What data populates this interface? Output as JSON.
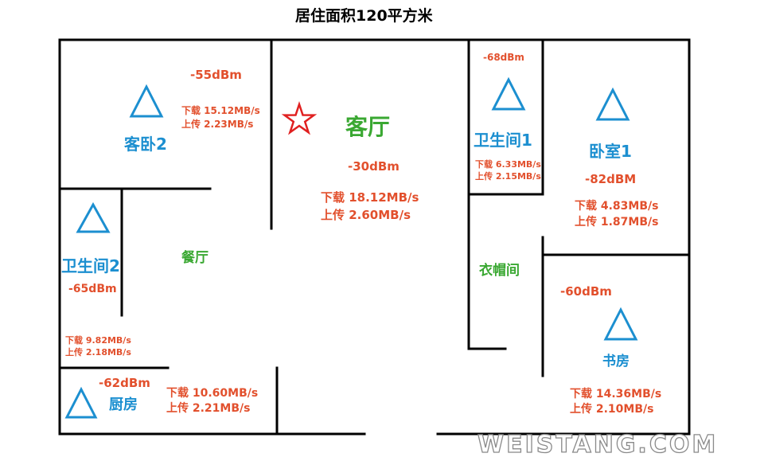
{
  "title": "居住面积120平方米",
  "watermark": "WEISTANG.COM",
  "colors": {
    "wall": "#000000",
    "room_label_blue": "#1c8fd0",
    "room_label_green": "#3aa832",
    "signal_text": "#e2502d",
    "router_star": "#e02020",
    "access_point": "#1c8fd0"
  },
  "rooms": {
    "guest_bedroom": {
      "name": "客卧2",
      "signal": "-55dBm",
      "down": "下载 15.12MB/s",
      "up": "上传  2.23MB/s"
    },
    "living_room": {
      "name": "客厅",
      "signal": "-30dBm",
      "down": "下载 18.12MB/s",
      "up": "上传  2.60MB/s"
    },
    "bathroom1": {
      "name": "卫生间1",
      "signal": "-68dBm",
      "down": "下载 6.33MB/s",
      "up": "上传 2.15MB/s"
    },
    "bedroom1": {
      "name": "卧室1",
      "signal": "-82dBM",
      "down": "下载 4.83MB/s",
      "up": "上传 1.87MB/s"
    },
    "bathroom2": {
      "name": "卫生间2",
      "signal": "-65dBm",
      "down": "下载 9.82MB/s",
      "up": "上传 2.18MB/s"
    },
    "dining": {
      "name": "餐厅"
    },
    "closet": {
      "name": "衣帽间"
    },
    "study": {
      "name": "书房",
      "signal": "-60dBm",
      "down": "下载 14.36MB/s",
      "up": "上传  2.10MB/s"
    },
    "kitchen": {
      "name": "厨房",
      "signal": "-62dBm",
      "down": "下载 10.60MB/s",
      "up": "上传  2.21MB/s"
    }
  },
  "icons": {
    "router": "star-icon",
    "access_point": "triangle-icon"
  }
}
